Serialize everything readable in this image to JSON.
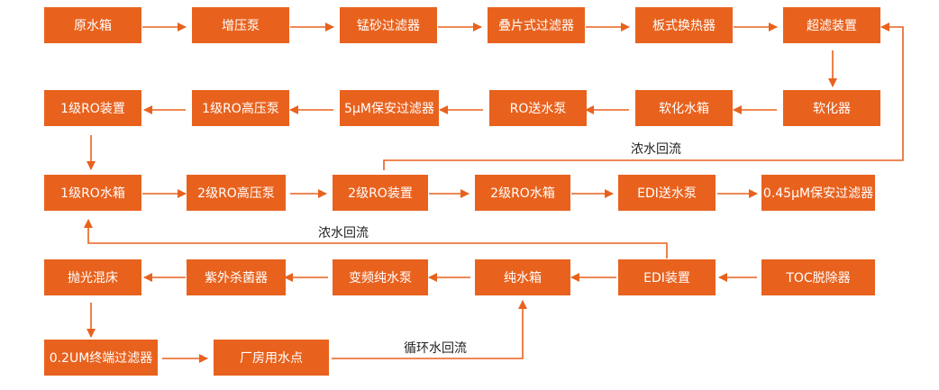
{
  "colors": {
    "node_fill": "#e8621e",
    "node_text": "#ffffff",
    "connector": "#e8621e",
    "label_text": "#222222"
  },
  "nodes": {
    "n1": "原水箱",
    "n2": "增压泵",
    "n3": "锰砂过滤器",
    "n4": "叠片式过滤器",
    "n5": "板式换热器",
    "n6": "超滤装置",
    "n7": "软化器",
    "n8": "软化水箱",
    "n9": "RO送水泵",
    "n10": "5μM保安过滤器",
    "n11": "1级RO高压泵",
    "n12": "1级RO装置",
    "n13": "1级RO水箱",
    "n14": "2级RO高压泵",
    "n15": "2级RO装置",
    "n16": "2级RO水箱",
    "n17": "EDI送水泵",
    "n18": "0.45μM保安过滤器",
    "n19": "TOC脱除器",
    "n20": "EDI装置",
    "n21": "纯水箱",
    "n22": "变频纯水泵",
    "n23": "紫外杀菌器",
    "n24": "抛光混床",
    "n25": "0.2UM终端过滤器",
    "n26": "厂房用水点"
  },
  "labels": {
    "concentrate_return_1": "浓水回流",
    "concentrate_return_2": "浓水回流",
    "circulation_return": "循环水回流"
  }
}
